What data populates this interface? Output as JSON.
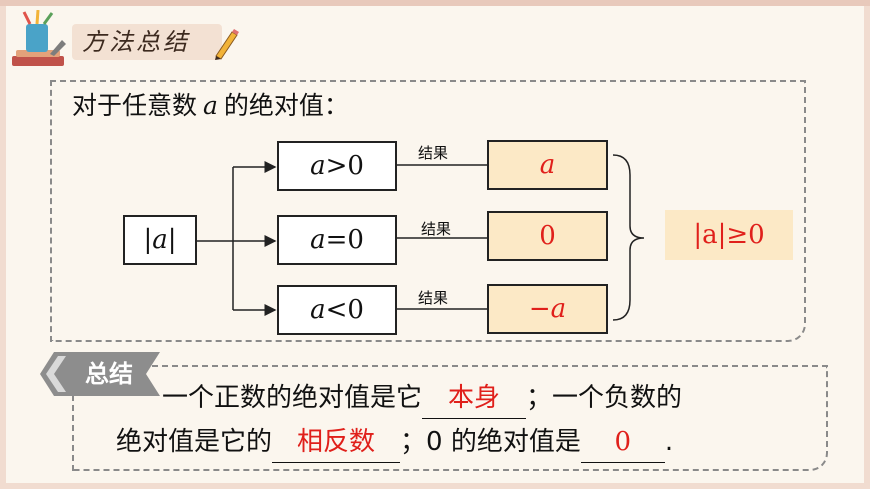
{
  "header": {
    "title": "方法总结"
  },
  "intro": {
    "prefix": "对于任意数",
    "var": "a",
    "suffix": "的绝对值："
  },
  "diagram": {
    "input": "|a|",
    "branch_label": "结果",
    "cases": [
      {
        "condition_var": "a",
        "condition_op": ">0",
        "result": "a"
      },
      {
        "condition_var": "a",
        "condition_op": "=0",
        "result": "0"
      },
      {
        "condition_var": "a",
        "condition_op": "<0",
        "result": "−a"
      }
    ],
    "conclusion": "|a|≥0"
  },
  "summary": {
    "tag": "总结",
    "line1_a": "一个正数的绝对值是它",
    "blank1": "本身",
    "line1_b": "；一个负数的",
    "line2_a": "绝对值是它的",
    "blank2": "相反数",
    "line2_b": "；0 的绝对值是",
    "blank3": "0",
    "line2_end": "."
  },
  "colors": {
    "answer": "#e0201b",
    "result_fill": "#fce9c6",
    "badge": "#f3e1d3",
    "tag": "#8d8d8d"
  }
}
